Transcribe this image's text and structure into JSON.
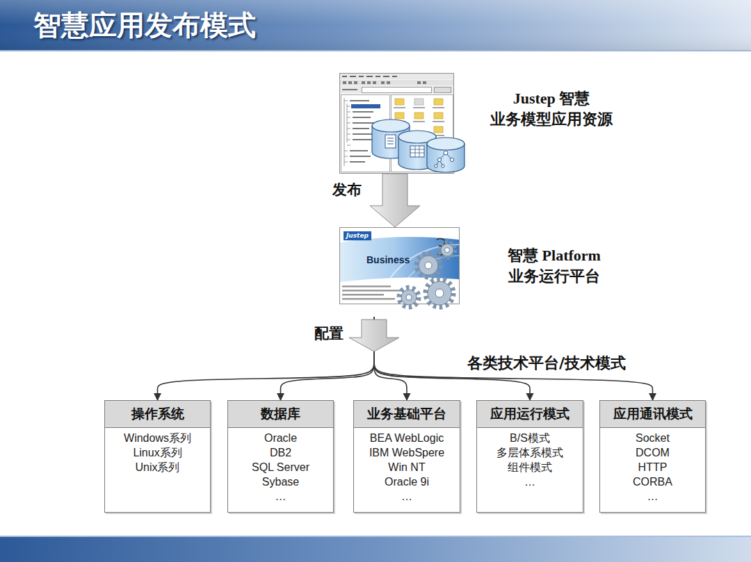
{
  "diagram": {
    "title": "智慧应用发布模式",
    "nodes": [
      {
        "text": [
          "Justep 智慧 业务模型应用资源"
        ]
      },
      {
        "text": [
          "智慧 Platform 业务运行平台"
        ]
      },
      {
        "text": [
          "操作系统",
          "Windows系列",
          "Linux系列",
          "Unix系列"
        ]
      },
      {
        "text": [
          "数据库",
          "Oracle",
          "DB2",
          "SQL Server",
          "Sybase",
          "…"
        ]
      },
      {
        "text": [
          "业务基础平台",
          "BEA WebLogic",
          "IBM WebSpere",
          "Win NT",
          "Oracle 9i",
          "…"
        ]
      },
      {
        "text": [
          "应用运行模式",
          "B/S模式",
          "多层体系模式",
          "组件模式",
          "…"
        ]
      },
      {
        "text": [
          "应用通讯模式",
          "Socket",
          "DCOM",
          "HTTP",
          "CORBA",
          "…"
        ]
      }
    ],
    "edges": [
      {
        "from": 0,
        "to": 1,
        "arrow": "to",
        "label": "发布"
      },
      {
        "from": 1,
        "to": 2,
        "arrow": "to"
      },
      {
        "from": 1,
        "to": 3,
        "arrow": "to"
      },
      {
        "from": 1,
        "to": 4,
        "arrow": "to",
        "label": "配置"
      },
      {
        "from": 1,
        "to": 5,
        "arrow": "to"
      },
      {
        "from": 1,
        "to": 6,
        "arrow": "to"
      }
    ],
    "labels": [
      "各类技术平台/技术模式",
      "Justep",
      "Business"
    ]
  }
}
